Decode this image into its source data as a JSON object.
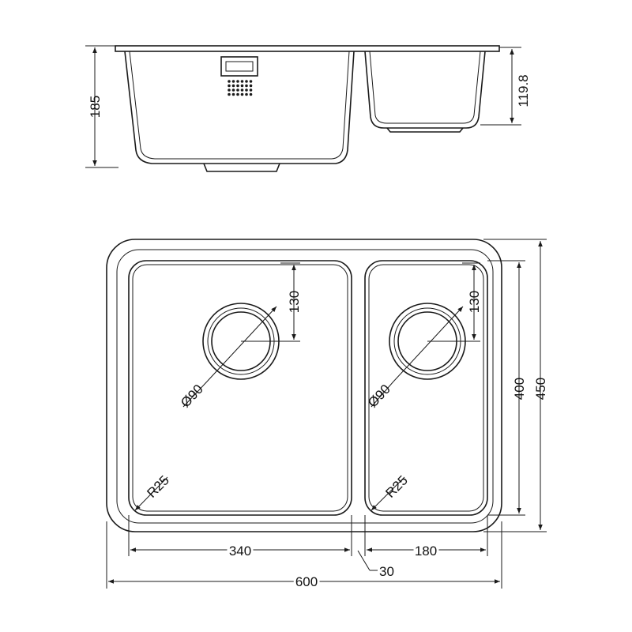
{
  "side_view": {
    "height_main": "185",
    "height_secondary": "119.8"
  },
  "top_view": {
    "depth_inner": "400",
    "depth_outer": "450",
    "left_bowl": {
      "waste_offset": "130",
      "waste_diameter": "Ø90",
      "corner_radius": "R25",
      "width": "340"
    },
    "right_bowl": {
      "waste_offset": "130",
      "waste_diameter": "Ø90",
      "corner_radius": "R25",
      "width": "180"
    },
    "divider": "30",
    "overall_width": "600"
  }
}
